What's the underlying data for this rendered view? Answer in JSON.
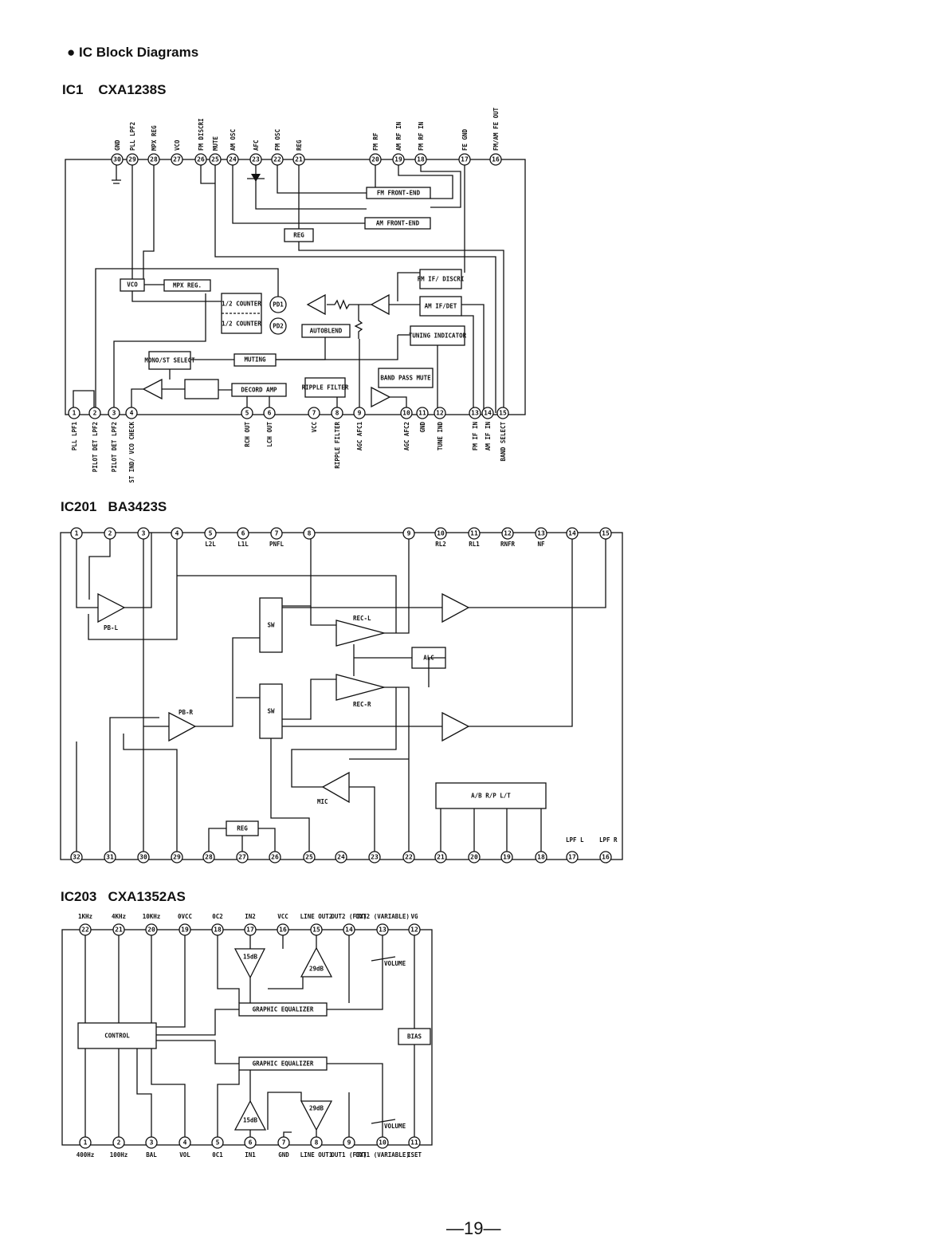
{
  "page": {
    "heading": "● IC Block Diagrams",
    "page_number": "—19—"
  },
  "ic1": {
    "ref": "IC1",
    "part": "CXA1238S",
    "top_pins": [
      {
        "n": "30",
        "label": "GND"
      },
      {
        "n": "29",
        "label": "PLL LPF2"
      },
      {
        "n": "28",
        "label": "MPX REG"
      },
      {
        "n": "27",
        "label": "VCO"
      },
      {
        "n": "26",
        "label": "FM DISCRI"
      },
      {
        "n": "25",
        "label": "MUTE"
      },
      {
        "n": "24",
        "label": "AM OSC"
      },
      {
        "n": "23",
        "label": "AFC"
      },
      {
        "n": "22",
        "label": "FM OSC"
      },
      {
        "n": "21",
        "label": "REG"
      },
      {
        "n": "20",
        "label": "FM RF"
      },
      {
        "n": "19",
        "label": "AM RF IN"
      },
      {
        "n": "18",
        "label": "FM RF IN"
      },
      {
        "n": "17",
        "label": "FE GND"
      },
      {
        "n": "16",
        "label": "FM/AM FE OUT"
      }
    ],
    "bottom_pins": [
      {
        "n": "1",
        "label": "PLL LPF1"
      },
      {
        "n": "2",
        "label": "PILOT DET LPF2"
      },
      {
        "n": "3",
        "label": "PILOT DET LPF2"
      },
      {
        "n": "4",
        "label": "ST IND/ VCO CHECK"
      },
      {
        "n": "5",
        "label": "RCH OUT"
      },
      {
        "n": "6",
        "label": "LCH OUT"
      },
      {
        "n": "7",
        "label": "VCC"
      },
      {
        "n": "8",
        "label": "RIPPLE FILTER"
      },
      {
        "n": "9",
        "label": "AGC AFC1"
      },
      {
        "n": "10",
        "label": "AGC AFC2"
      },
      {
        "n": "11",
        "label": "GND"
      },
      {
        "n": "12",
        "label": "TUNE IND"
      },
      {
        "n": "13",
        "label": "FM IF IN"
      },
      {
        "n": "14",
        "label": "AM IF IN"
      },
      {
        "n": "15",
        "label": "BAND SELECT"
      }
    ],
    "blocks": {
      "fm_front_end": "FM FRONT-END",
      "am_front_end": "AM FRONT-END",
      "reg": "REG",
      "vco": "VCO",
      "mpx_reg": "MPX REG.",
      "counter1": "1/2 COUNTER",
      "counter2": "1/2 COUNTER",
      "pd1": "PD1",
      "pd2": "PD2",
      "autoblend": "AUTOBLEND",
      "fm_if": "FM IF/ DISCRI",
      "am_if": "AM IF/DET",
      "tuning": "TUNING INDICATOR",
      "mono_st": "MONO/ST SELECT",
      "muting": "MUTING",
      "decord": "DECORD AMP",
      "ripple": "RIPPLE FILTER",
      "band_pass": "BAND PASS MUTE"
    }
  },
  "ic201": {
    "ref": "IC201",
    "part": "BA3423S",
    "top_pins": [
      {
        "n": "1",
        "label": ""
      },
      {
        "n": "2",
        "label": ""
      },
      {
        "n": "3",
        "label": ""
      },
      {
        "n": "4",
        "label": ""
      },
      {
        "n": "5",
        "label": "L2L"
      },
      {
        "n": "6",
        "label": "L1L"
      },
      {
        "n": "7",
        "label": "PNFL"
      },
      {
        "n": "8",
        "label": ""
      },
      {
        "n": "9",
        "label": ""
      },
      {
        "n": "10",
        "label": "RL2"
      },
      {
        "n": "11",
        "label": "RL1"
      },
      {
        "n": "12",
        "label": "RNFR"
      },
      {
        "n": "13",
        "label": "NF"
      },
      {
        "n": "14",
        "label": ""
      },
      {
        "n": "15",
        "label": ""
      }
    ],
    "bottom_pins": [
      {
        "n": "32"
      },
      {
        "n": "31"
      },
      {
        "n": "30"
      },
      {
        "n": "29"
      },
      {
        "n": "28"
      },
      {
        "n": "27"
      },
      {
        "n": "26"
      },
      {
        "n": "25"
      },
      {
        "n": "24"
      },
      {
        "n": "23"
      },
      {
        "n": "22"
      },
      {
        "n": "21"
      },
      {
        "n": "20"
      },
      {
        "n": "19"
      },
      {
        "n": "18"
      },
      {
        "n": "17"
      },
      {
        "n": "16"
      }
    ],
    "bottom_labels": {
      "lpf_l": "LPF L",
      "lpf_r": "LPF R"
    },
    "blocks": {
      "pb_l": "PB-L",
      "pb_r": "PB-R",
      "sw1": "SW",
      "sw2": "SW",
      "rec_l": "REC-L",
      "rec_r": "REC-R",
      "alc": "ALC",
      "mic": "MIC",
      "reg": "REG",
      "abrp": "A/B R/P L/T"
    }
  },
  "ic203": {
    "ref": "IC203",
    "part": "CXA1352AS",
    "top_pins": [
      {
        "n": "22",
        "label": "1KHz"
      },
      {
        "n": "21",
        "label": "4KHz"
      },
      {
        "n": "20",
        "label": "10KHz"
      },
      {
        "n": "19",
        "label": "0VCC"
      },
      {
        "n": "18",
        "label": "0C2"
      },
      {
        "n": "17",
        "label": "IN2"
      },
      {
        "n": "16",
        "label": "VCC"
      },
      {
        "n": "15",
        "label": "LINE OUT2"
      },
      {
        "n": "14",
        "label": "OUT2 (FIX)"
      },
      {
        "n": "13",
        "label": "OUT2 (VARIABLE)"
      },
      {
        "n": "12",
        "label": "VG"
      }
    ],
    "bottom_pins": [
      {
        "n": "1",
        "label": "400Hz"
      },
      {
        "n": "2",
        "label": "100Hz"
      },
      {
        "n": "3",
        "label": "BAL"
      },
      {
        "n": "4",
        "label": "VOL"
      },
      {
        "n": "5",
        "label": "0C1"
      },
      {
        "n": "6",
        "label": "IN1"
      },
      {
        "n": "7",
        "label": "GND"
      },
      {
        "n": "8",
        "label": "LINE OUT1"
      },
      {
        "n": "9",
        "label": "OUT1 (FIX)"
      },
      {
        "n": "10",
        "label": "OUT1 (VARIABLE)"
      },
      {
        "n": "11",
        "label": "ISET"
      }
    ],
    "blocks": {
      "control": "CONTROL",
      "geq_top": "GRAPHIC EQUALIZER",
      "geq_bottom": "GRAPHIC EQUALIZER",
      "bias": "BIAS",
      "amp15_top": "15dB",
      "amp29_top": "29dB",
      "amp15_bot": "15dB",
      "amp29_bot": "29dB",
      "vol_top": "VOLUME",
      "vol_bot": "VOLUME"
    }
  }
}
